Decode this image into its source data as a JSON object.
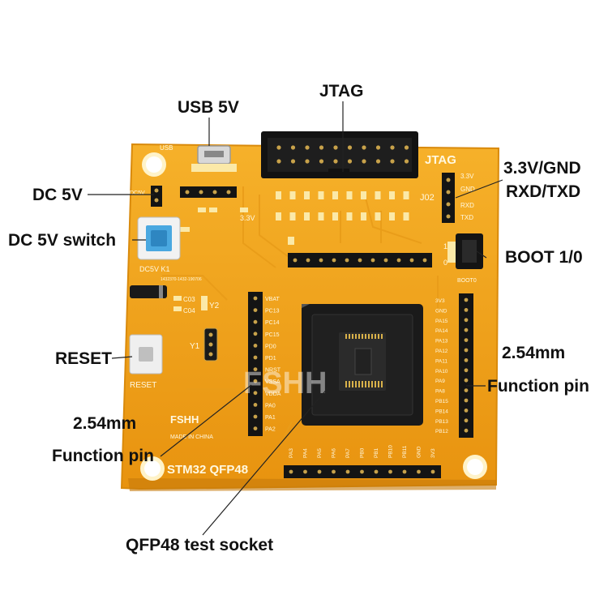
{
  "callouts": {
    "jtag": "JTAG",
    "usb5v": "USB 5V",
    "dc5v": "DC 5V",
    "dc5v_switch": "DC 5V switch",
    "gnd_33v": "3.3V/GND",
    "rxd_txd": "RXD/TXD",
    "boot": "BOOT 1/0",
    "reset": "RESET",
    "pitch_right": "2.54mm",
    "function_pin_right": "Function pin",
    "pitch_left": "2.54mm",
    "function_pin_left": "Function pin",
    "socket": "QFP48 test socket"
  },
  "silkscreen": {
    "usb": "USB",
    "jtag": "JTAG",
    "j02": "J02",
    "v33_a": "3.3V",
    "v33_b": "3.3V",
    "rxd": "RXD",
    "txd": "TXD",
    "gnd": "GND",
    "boot_1": "1",
    "boot_0": "0",
    "boot_label": "BOOT0",
    "dc5v": "DC5V",
    "dc5v_k1": "DC5V  K1",
    "part_no": "1432370-1432-190706",
    "c03": "C03",
    "c04": "C04",
    "y2": "Y2",
    "y1": "Y1",
    "reset": "RESET",
    "brand": "FSHH",
    "made_in": "MADE IN CHINA",
    "board_name": "STM32 QFP48",
    "left_pins": [
      "VBAT",
      "PC13",
      "PC14",
      "PC15",
      "PD0",
      "PD1",
      "NRST",
      "VSSA",
      "VDDA",
      "PA0",
      "PA1",
      "PA2"
    ],
    "right_pins": [
      "3V3",
      "GND",
      "PA15",
      "PA14",
      "PA13",
      "PA12",
      "PA11",
      "PA10",
      "PA9",
      "PA8",
      "PB15",
      "PB14",
      "PB13",
      "PB12"
    ],
    "bottom_pins": [
      "PA3",
      "PA4",
      "PA5",
      "PA6",
      "PA7",
      "PB0",
      "PB1",
      "PB10",
      "PB11",
      "GND",
      "3V3"
    ]
  },
  "colors": {
    "pcb": "#f0a21a",
    "socket": "#1a1a1a",
    "header": "#141414",
    "switch": "#4aa8e0",
    "pads": "#fbe9a8",
    "silk": "#fff8e0"
  },
  "watermark": "FSHH"
}
